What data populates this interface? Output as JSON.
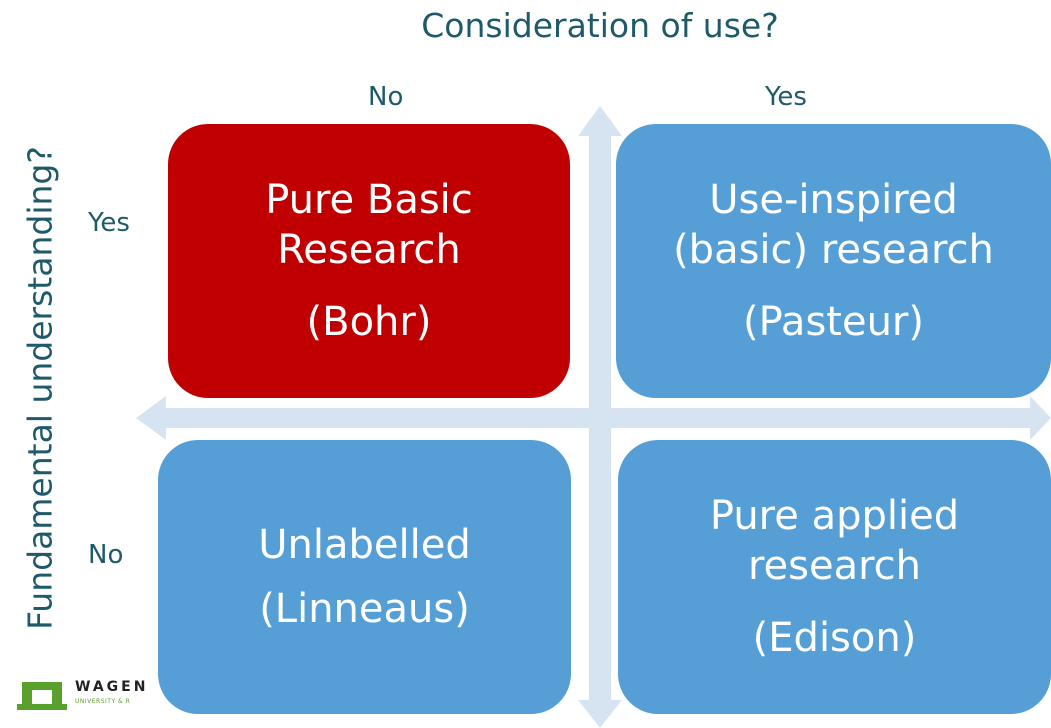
{
  "title": "Consideration of use?",
  "y_axis_title": "Fundamental understanding?",
  "columns": {
    "left": "No",
    "right": "Yes"
  },
  "rows": {
    "top": "Yes",
    "bottom": "No"
  },
  "quadrants": {
    "top_left": {
      "line1": "Pure Basic",
      "line2": "Research",
      "example": "(Bohr)",
      "color": "#c00000"
    },
    "top_right": {
      "line1": "Use-inspired",
      "line2": "(basic) research",
      "example": "(Pasteur)",
      "color": "#559fd6"
    },
    "bottom_left": {
      "line1": "Unlabelled",
      "example": "(Linneaus)",
      "color": "#559fd6"
    },
    "bottom_right": {
      "line1": "Pure applied",
      "line2": "research",
      "example": "(Edison)",
      "color": "#559fd6"
    }
  },
  "arrow_color": "#d6e4f2",
  "logo": {
    "name": "WAGEN",
    "subtitle": "UNIVERSITY & R",
    "green": "#5aa02c"
  }
}
